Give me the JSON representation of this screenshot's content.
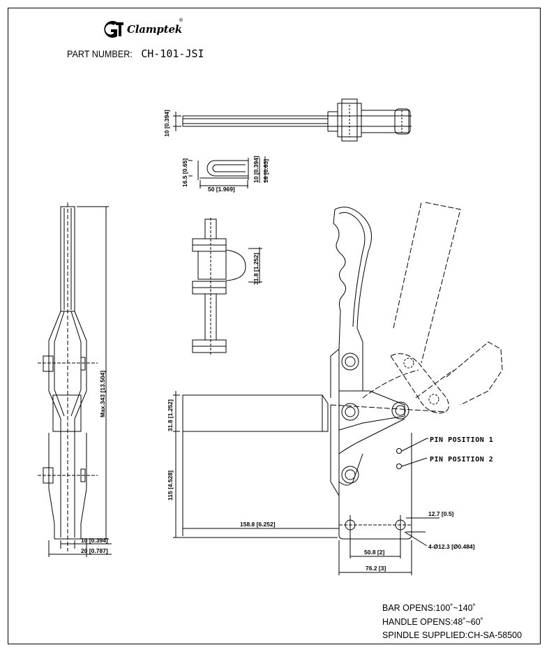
{
  "brand": {
    "name": "Clamptek",
    "reg": "®"
  },
  "part": {
    "label": "PART NUMBER:",
    "number": "CH-101-JSI"
  },
  "dims": {
    "top_bar_thk": "10 [0.394]",
    "eye_height": "16.5 [0.65]",
    "eye_length": "50 [1.969]",
    "eye_thk": "10 [0.394]",
    "eye_width": "16 [0.63]",
    "spindle_height": "31.8 [1.252]",
    "max_height": "Max.343 [13.504]",
    "side_thk": "10 [0.394]",
    "side_width": "20 [0.787]",
    "bar_height": "31.8 [1.252]",
    "base_height": "115 [4.528]",
    "bar_length": "158.8 [6.252]",
    "hole_offset": "12.7 [0.5]",
    "hole_spacing": "50.8 [2]",
    "base_width": "76.2 [3]",
    "holes": "4-Ø12.3 [Ø0.484]"
  },
  "pins": {
    "pos1": "PIN POSITION 1",
    "pos2": "PIN POSITION 2"
  },
  "notes": {
    "bar_opens": "BAR OPENS:100˚~140˚",
    "handle_opens": "HANDLE OPENS:48˚~60˚",
    "spindle": "SPINDLE SUPPLIED:CH-SA-58500"
  }
}
